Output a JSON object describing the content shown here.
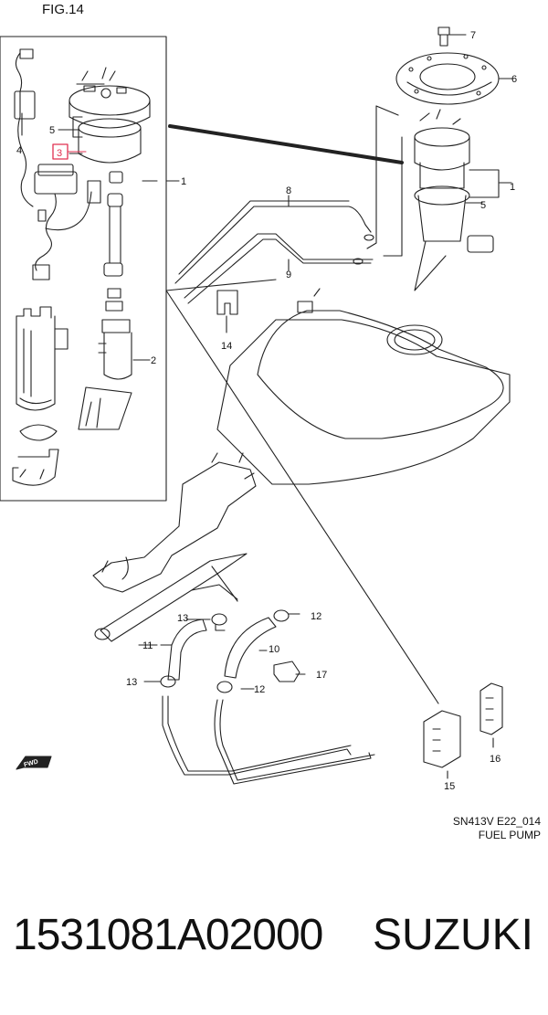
{
  "figure": {
    "title": "FIG.14"
  },
  "callouts": {
    "c1a": "1",
    "c1b": "1",
    "c2": "2",
    "c3": "3",
    "c4": "4",
    "c5a": "5",
    "c5b": "5",
    "c6": "6",
    "c7": "7",
    "c8": "8",
    "c9": "9",
    "c10": "10",
    "c11": "11",
    "c12a": "12",
    "c12b": "12",
    "c13a": "13",
    "c13b": "13",
    "c14": "14",
    "c15": "15",
    "c16": "16",
    "c17": "17"
  },
  "fwd_marker": "FWD",
  "reference": {
    "code": "SN413V E22_014",
    "name": "FUEL PUMP"
  },
  "product": {
    "part_number": "1531081A02000",
    "brand": "SUZUKI"
  },
  "colors": {
    "line": "#222222",
    "highlight": "#e03050"
  }
}
